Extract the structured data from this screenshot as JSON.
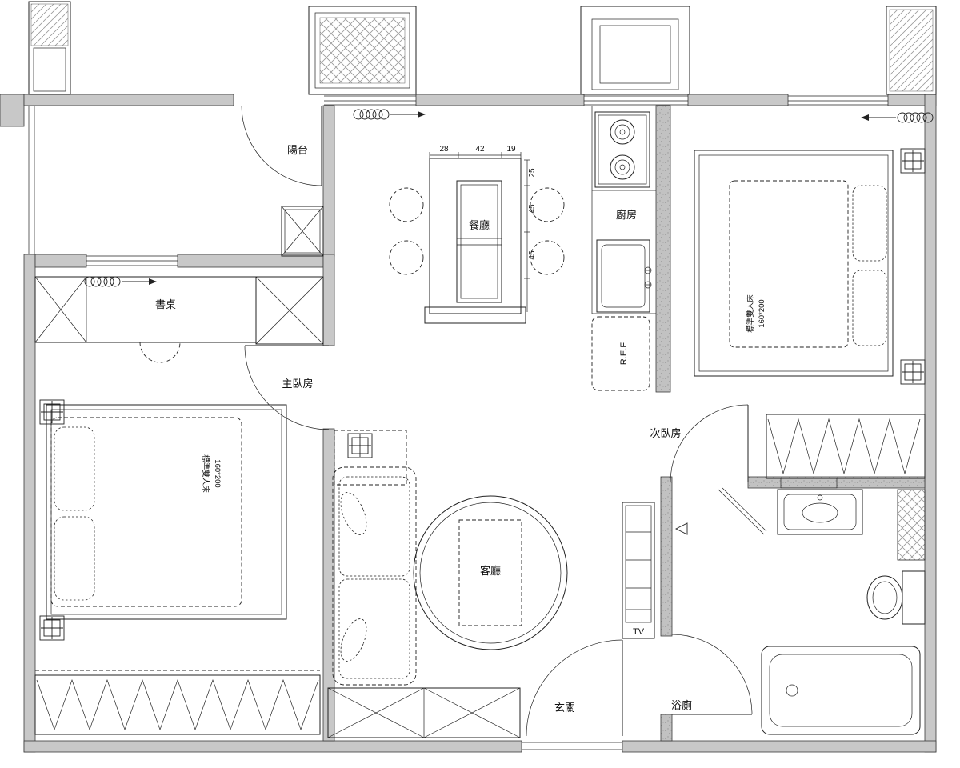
{
  "drawing": {
    "rooms": {
      "balcony": "陽台",
      "dining": "餐廳",
      "kitchen": "廚房",
      "desk": "書桌",
      "master_bedroom": "主臥房",
      "second_bedroom": "次臥房",
      "living_room": "客廳",
      "foyer": "玄關",
      "bathroom": "浴廁"
    },
    "labels": {
      "fridge": "R.E.F",
      "tv": "TV",
      "master_bed_size": "160*200",
      "master_bed_note": "標準雙人床",
      "second_bed_size": "160*200",
      "second_bed_note": "標準雙人床"
    },
    "dimensions": {
      "dining_top": [
        "28",
        "42",
        "19"
      ],
      "dining_right": [
        "25",
        "45",
        "45"
      ]
    },
    "colors": {
      "wall_fill": "#c8c8c8",
      "line": "#222222"
    }
  }
}
